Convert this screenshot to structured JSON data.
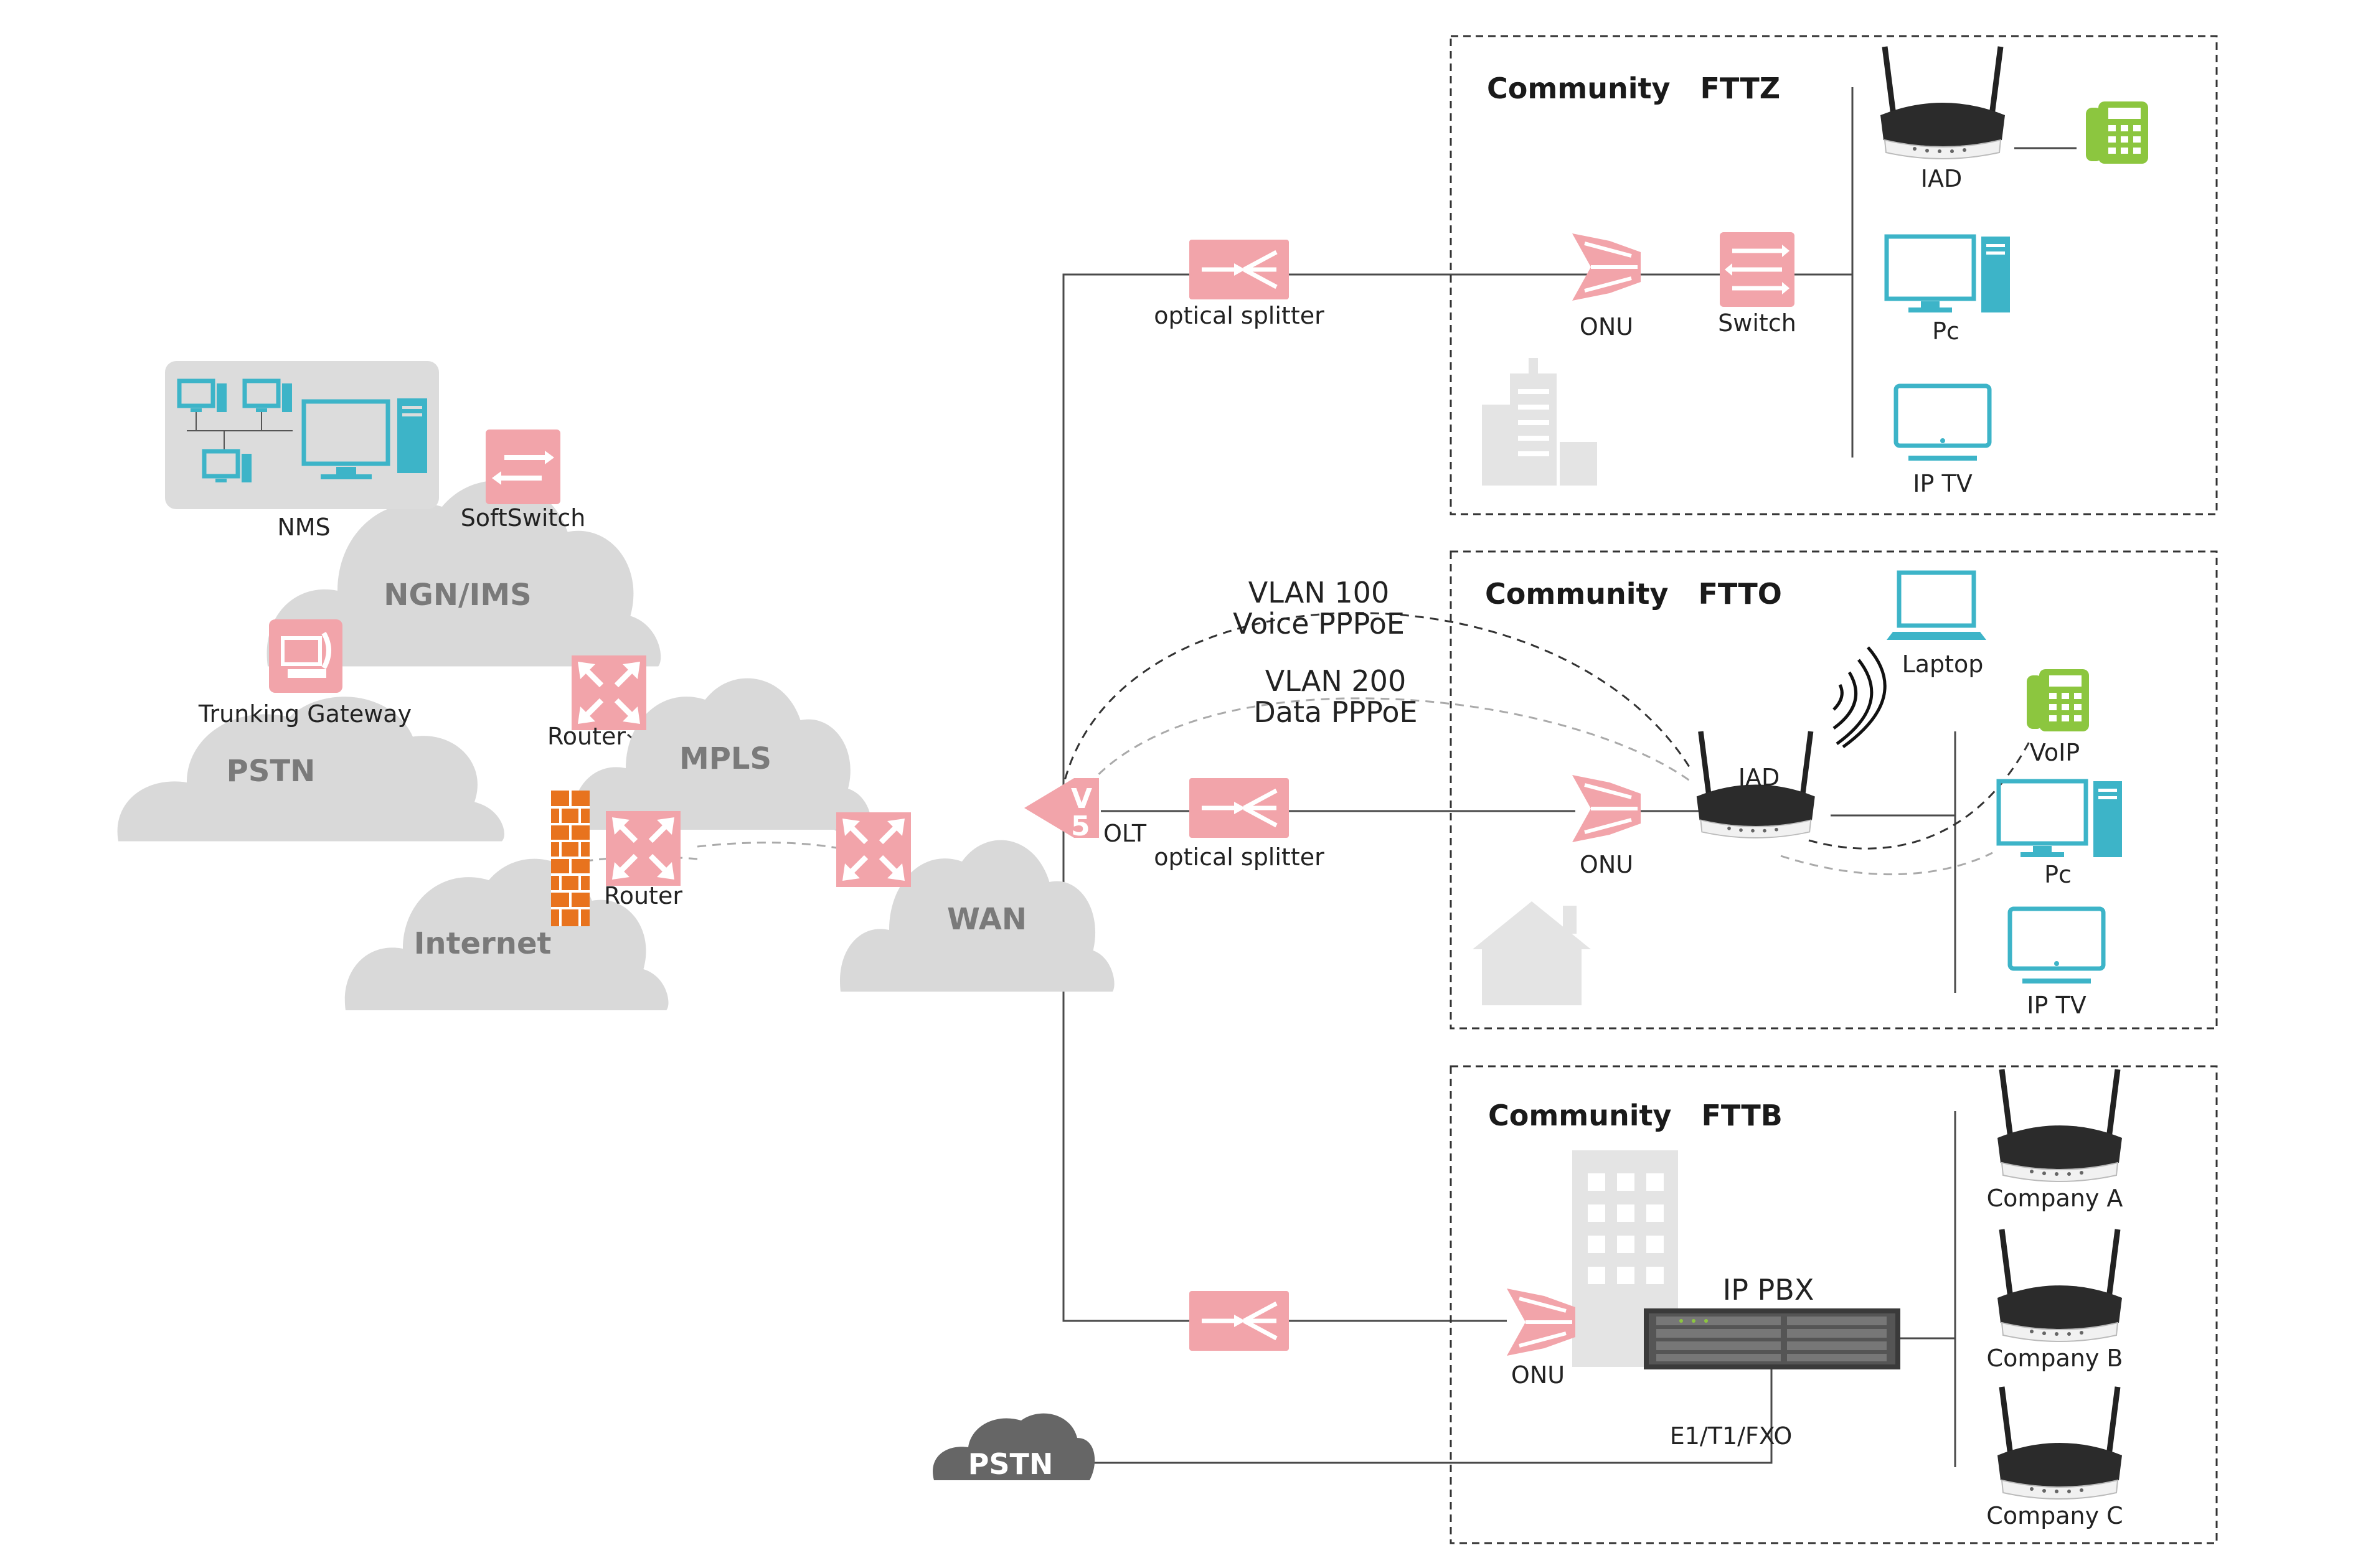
{
  "clouds": {
    "ngn": "NGN/IMS",
    "pstn_left": "PSTN",
    "mpls": "MPLS",
    "internet": "Internet",
    "wan": "WAN",
    "pstn_bottom": "PSTN"
  },
  "devices": {
    "nms": "NMS",
    "softswitch": "SoftSwitch",
    "trunking_gateway": "Trunking Gateway",
    "router_mpls": "Router",
    "router_internet": "Router",
    "olt": "OLT",
    "olt_badge_v": "V",
    "olt_badge_5": "5",
    "splitter_top": "optical splitter",
    "splitter_mid": "optical splitter"
  },
  "vlans": {
    "vlan100": "VLAN 100",
    "voice": "Voice PPPoE",
    "vlan200": "VLAN 200",
    "data": "Data PPPoE"
  },
  "fttz": {
    "title": "Community   FTTZ",
    "onu": "ONU",
    "switch": "Switch",
    "iad": "IAD",
    "pc": "Pc",
    "iptv": "IP TV"
  },
  "ftto": {
    "title": "Community   FTTO",
    "laptop": "Laptop",
    "voip": "VoIP",
    "iad": "IAD",
    "onu": "ONU",
    "pc": "Pc",
    "iptv": "IP TV"
  },
  "fttb": {
    "title": "Community   FTTB",
    "ippbx": "IP PBX",
    "onu": "ONU",
    "e1": "E1/T1/FXO",
    "company_a": "Company A",
    "company_b": "Company B",
    "company_c": "Company C"
  },
  "colors": {
    "device_pink": "#f2a4aa",
    "endpoint_teal": "#3db4c8",
    "phone_green": "#8cc63f",
    "firewall_orange": "#e8731e",
    "cloud_gray": "#d9d9d9"
  }
}
